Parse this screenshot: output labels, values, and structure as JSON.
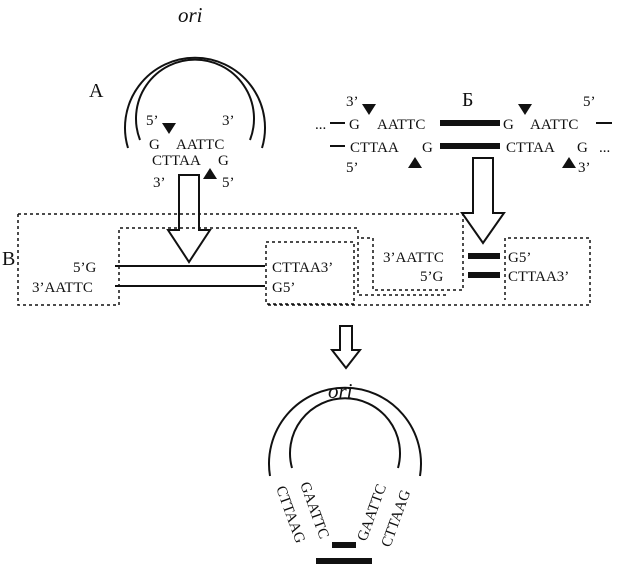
{
  "labels": {
    "panel_a": "А",
    "panel_b": "Б",
    "panel_v": "В",
    "ori_top": "ori",
    "ori_bottom": "ori"
  },
  "plasmid_a": {
    "end5_top": "5’",
    "end3_top": "3’",
    "top_seq_g": "G",
    "top_seq_rest": "AATTC",
    "bot_seq": "CTTAA",
    "bot_seq_g": "G",
    "end3_bot": "3’",
    "end5_bot": "5’"
  },
  "fragment_b": {
    "left_end3": "3’",
    "right_end5": "5’",
    "left_end5": "5’",
    "right_end3": "3’",
    "ellipsis_left": "...",
    "ellipsis_right": "...",
    "left_top_g": "G",
    "left_top_rest": "AATTC",
    "left_bot": "CTTAA",
    "left_bot_g": "G",
    "right_top_g": "G",
    "right_top_rest": "AATTC",
    "right_bot": "CTTAA",
    "right_bot_g": "G"
  },
  "linear_v": {
    "left_top": "5’G",
    "left_bot": "3’AATTC",
    "right_top": "CTTAA3’",
    "right_bot": "G5’",
    "frag_left_top": "3’AATTC",
    "frag_left_bot": "5’G",
    "frag_right_top": "G5’",
    "frag_right_bot": "CTTAA3’"
  },
  "recombinant": {
    "left_outer": "CTTAAG",
    "left_inner": "GAATTC",
    "right_inner": "GAATTC",
    "right_outer": "CTTAAG"
  }
}
